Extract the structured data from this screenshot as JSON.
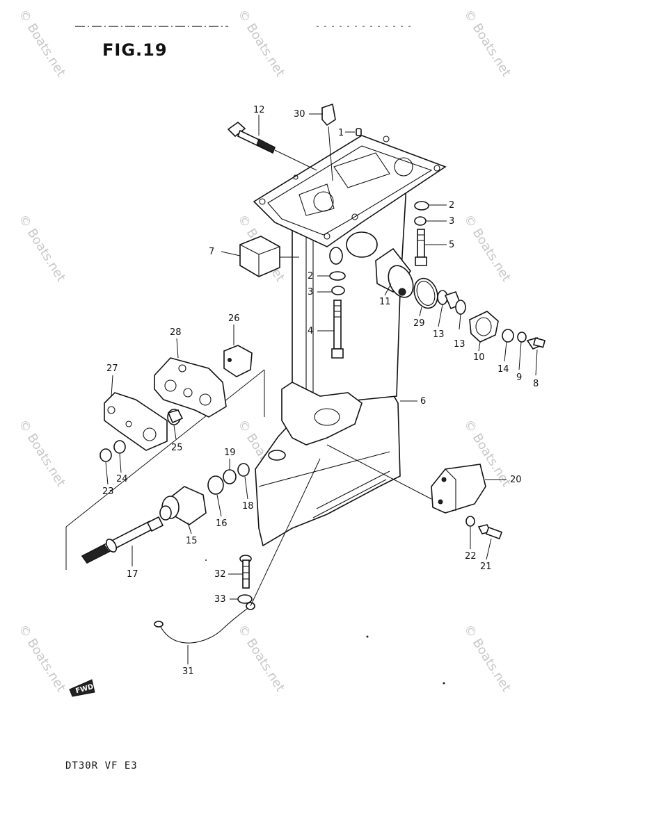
{
  "figure": {
    "title": "FIG.19",
    "model_code": "DT30R  VF  E3",
    "fwd_label": "FWD"
  },
  "watermark": {
    "text": "© Boats.net",
    "color": "#c8c8c8"
  },
  "callouts": [
    {
      "id": "1",
      "label": "1"
    },
    {
      "id": "2a",
      "label": "2"
    },
    {
      "id": "2b",
      "label": "2"
    },
    {
      "id": "3a",
      "label": "3"
    },
    {
      "id": "3b",
      "label": "3"
    },
    {
      "id": "4",
      "label": "4"
    },
    {
      "id": "5",
      "label": "5"
    },
    {
      "id": "6",
      "label": "6"
    },
    {
      "id": "7",
      "label": "7"
    },
    {
      "id": "8",
      "label": "8"
    },
    {
      "id": "9",
      "label": "9"
    },
    {
      "id": "10",
      "label": "10"
    },
    {
      "id": "11",
      "label": "11"
    },
    {
      "id": "12",
      "label": "12"
    },
    {
      "id": "13a",
      "label": "13"
    },
    {
      "id": "13b",
      "label": "13"
    },
    {
      "id": "14",
      "label": "14"
    },
    {
      "id": "15",
      "label": "15"
    },
    {
      "id": "16",
      "label": "16"
    },
    {
      "id": "17",
      "label": "17"
    },
    {
      "id": "18",
      "label": "18"
    },
    {
      "id": "19",
      "label": "19"
    },
    {
      "id": "20",
      "label": "20"
    },
    {
      "id": "21",
      "label": "21"
    },
    {
      "id": "22",
      "label": "22"
    },
    {
      "id": "23",
      "label": "23"
    },
    {
      "id": "24",
      "label": "24"
    },
    {
      "id": "25",
      "label": "25"
    },
    {
      "id": "26",
      "label": "26"
    },
    {
      "id": "27",
      "label": "27"
    },
    {
      "id": "28",
      "label": "28"
    },
    {
      "id": "29",
      "label": "29"
    },
    {
      "id": "30",
      "label": "30"
    },
    {
      "id": "31",
      "label": "31"
    },
    {
      "id": "32",
      "label": "32"
    },
    {
      "id": "33",
      "label": "33"
    }
  ]
}
